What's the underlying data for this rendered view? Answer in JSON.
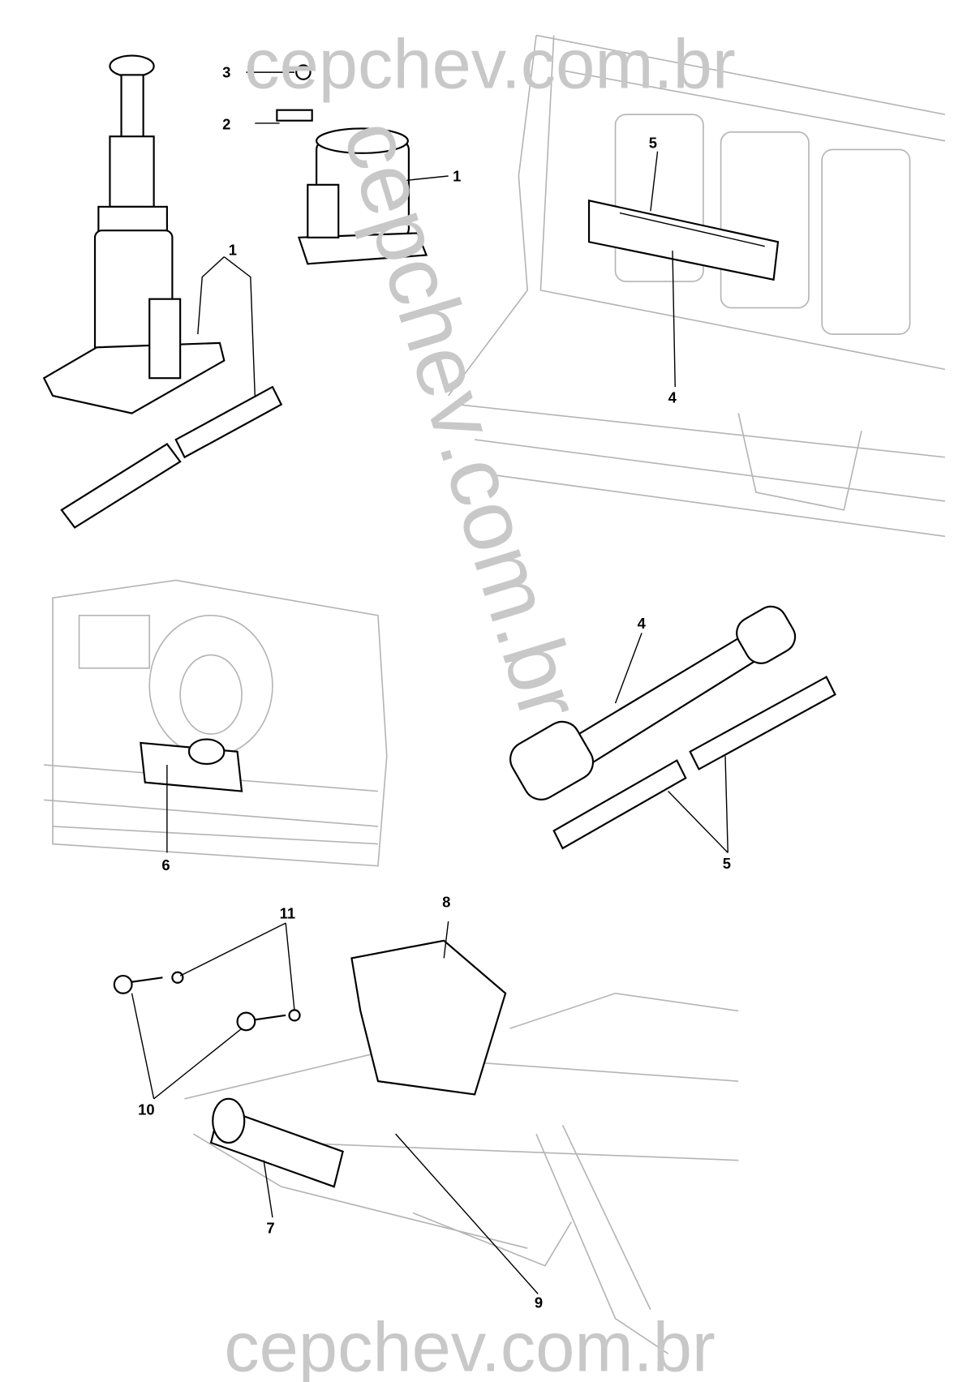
{
  "watermark": {
    "top": "cepchev.com.br",
    "diagonal": "cepchev.com.br",
    "bottom": "cepchev.com.br"
  },
  "callouts": {
    "jack_1a": "1",
    "jack_top_1": "1",
    "part_2": "2",
    "part_3": "3",
    "panel_4": "4",
    "panel_5": "5",
    "part_6": "6",
    "wrench_4": "4",
    "bars_5": "5",
    "part_7": "7",
    "part_8": "8",
    "part_9": "9",
    "part_10": "10",
    "part_11": "11"
  }
}
